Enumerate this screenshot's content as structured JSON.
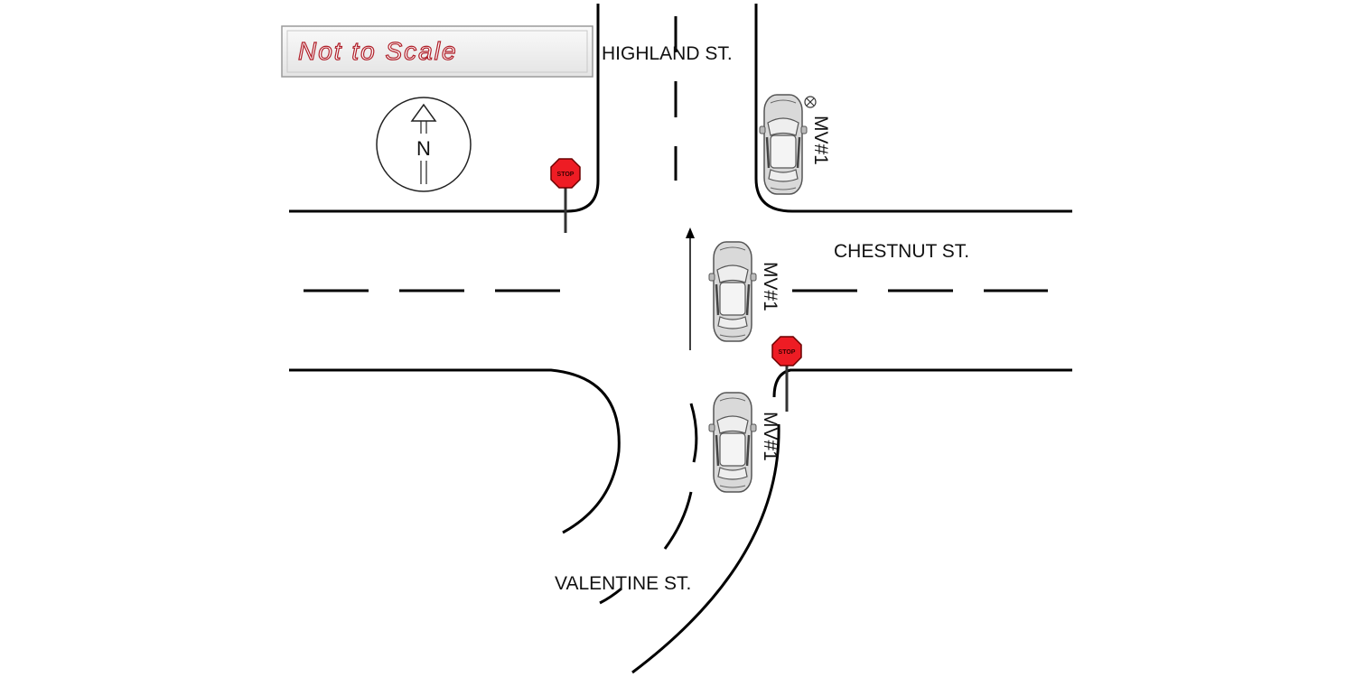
{
  "scale_note": "Not to Scale",
  "north_label": "N",
  "streets": {
    "north": "HIGHLAND ST.",
    "east": "CHESTNUT ST.",
    "south": "VALENTINE ST."
  },
  "vehicles": [
    {
      "label": "MV#1",
      "position": "approaching"
    },
    {
      "label": "MV#1",
      "position": "in-intersection"
    },
    {
      "label": "MV#1",
      "position": "final"
    }
  ],
  "signs": [
    {
      "text": "STOP",
      "location": "northwest corner"
    },
    {
      "text": "STOP",
      "location": "southeast corner"
    }
  ],
  "colors": {
    "stop_sign": "#ee1c24",
    "car_body": "#d9d9d9",
    "scale_text": "#b0202a"
  }
}
